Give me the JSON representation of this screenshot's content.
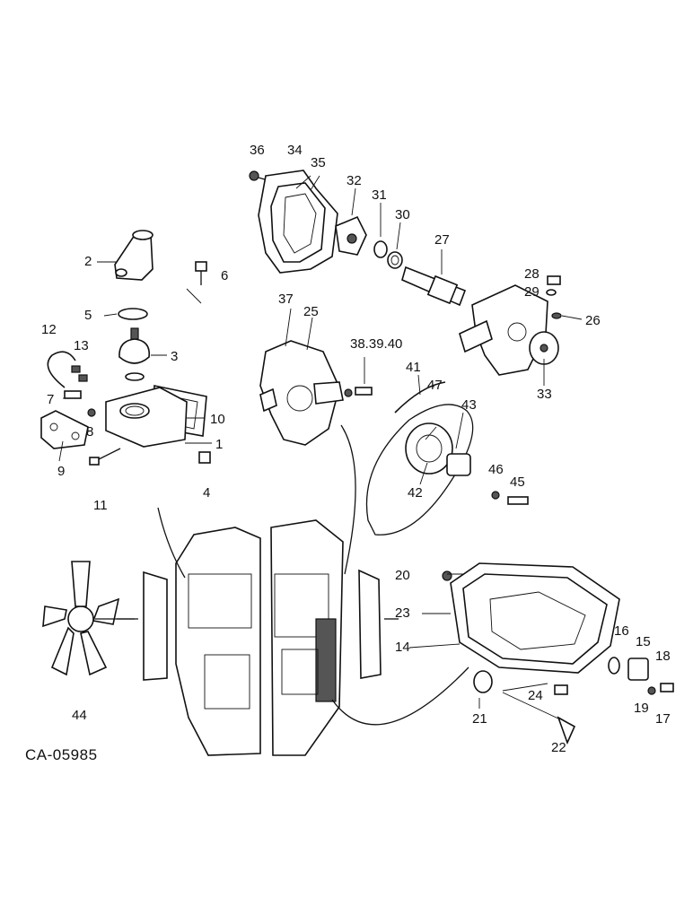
{
  "drawing_code": "CA-05985",
  "part_numbers": {
    "n1": "1",
    "n2": "2",
    "n3": "3",
    "n4": "4",
    "n5": "5",
    "n6": "6",
    "n7": "7",
    "n8": "8",
    "n9": "9",
    "n10": "10",
    "n11": "11",
    "n12": "12",
    "n13": "13",
    "n14": "14",
    "n15": "15",
    "n16": "16",
    "n17": "17",
    "n18": "18",
    "n19": "19",
    "n20": "20",
    "n21": "21",
    "n22": "22",
    "n23": "23",
    "n24": "24",
    "n25": "25",
    "n26": "26",
    "n27": "27",
    "n28": "28",
    "n29": "29",
    "n30": "30",
    "n31": "31",
    "n32": "32",
    "n33": "33",
    "n34": "34",
    "n35": "35",
    "n36": "36",
    "n37": "37",
    "n38_40": "38.39.40",
    "n41": "41",
    "n42": "42",
    "n43": "43",
    "n44": "44",
    "n45": "45",
    "n46": "46",
    "n47": "47"
  }
}
